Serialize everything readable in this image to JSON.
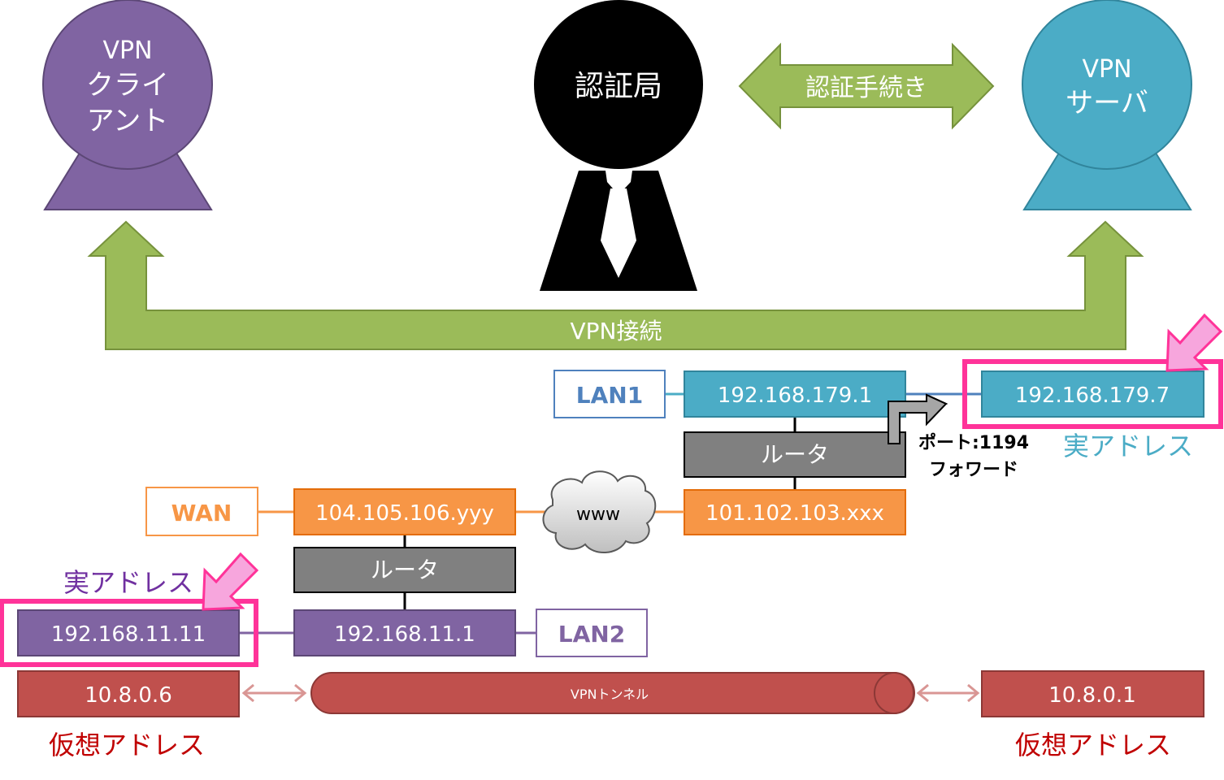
{
  "nodes": {
    "client": {
      "line1": "VPN",
      "line2": "クライ",
      "line3": "アント",
      "color": "#8064a2"
    },
    "ca": {
      "label": "認証局",
      "color": "#000000"
    },
    "server": {
      "line1": "VPN",
      "line2": "サーバ",
      "color": "#4bacc6"
    }
  },
  "arrows": {
    "auth": "認証手続き",
    "vpn_connection": "VPN接続",
    "arrow_color": "#9bbb59"
  },
  "lan1_network": {
    "lan_label": "LAN1",
    "router_lan_ip": "192.168.179.1",
    "server_ip": "192.168.179.7",
    "router_label": "ルータ",
    "router_wan_ip": "101.102.103.xxx",
    "port_forward_line1": "ポート:1194",
    "port_forward_line2": "フォワード",
    "real_address_label": "実アドレス",
    "color": "#4bacc6"
  },
  "internet": {
    "label": "www"
  },
  "lan2_network": {
    "wan_label": "WAN",
    "router_wan_ip": "104.105.106.yyy",
    "router_label": "ルータ",
    "router_lan_ip": "192.168.11.1",
    "lan_label": "LAN2",
    "client_ip": "192.168.11.11",
    "real_address_label": "実アドレス",
    "color": "#8064a2",
    "wan_color": "#f79646"
  },
  "tunnel": {
    "label": "VPNトンネル",
    "client_virtual_ip": "10.8.0.6",
    "server_virtual_ip": "10.8.0.1",
    "virtual_address_label_left": "仮想アドレス",
    "virtual_address_label_right": "仮想アドレス",
    "color": "#c0504d"
  },
  "highlight_color": "#ff3399"
}
